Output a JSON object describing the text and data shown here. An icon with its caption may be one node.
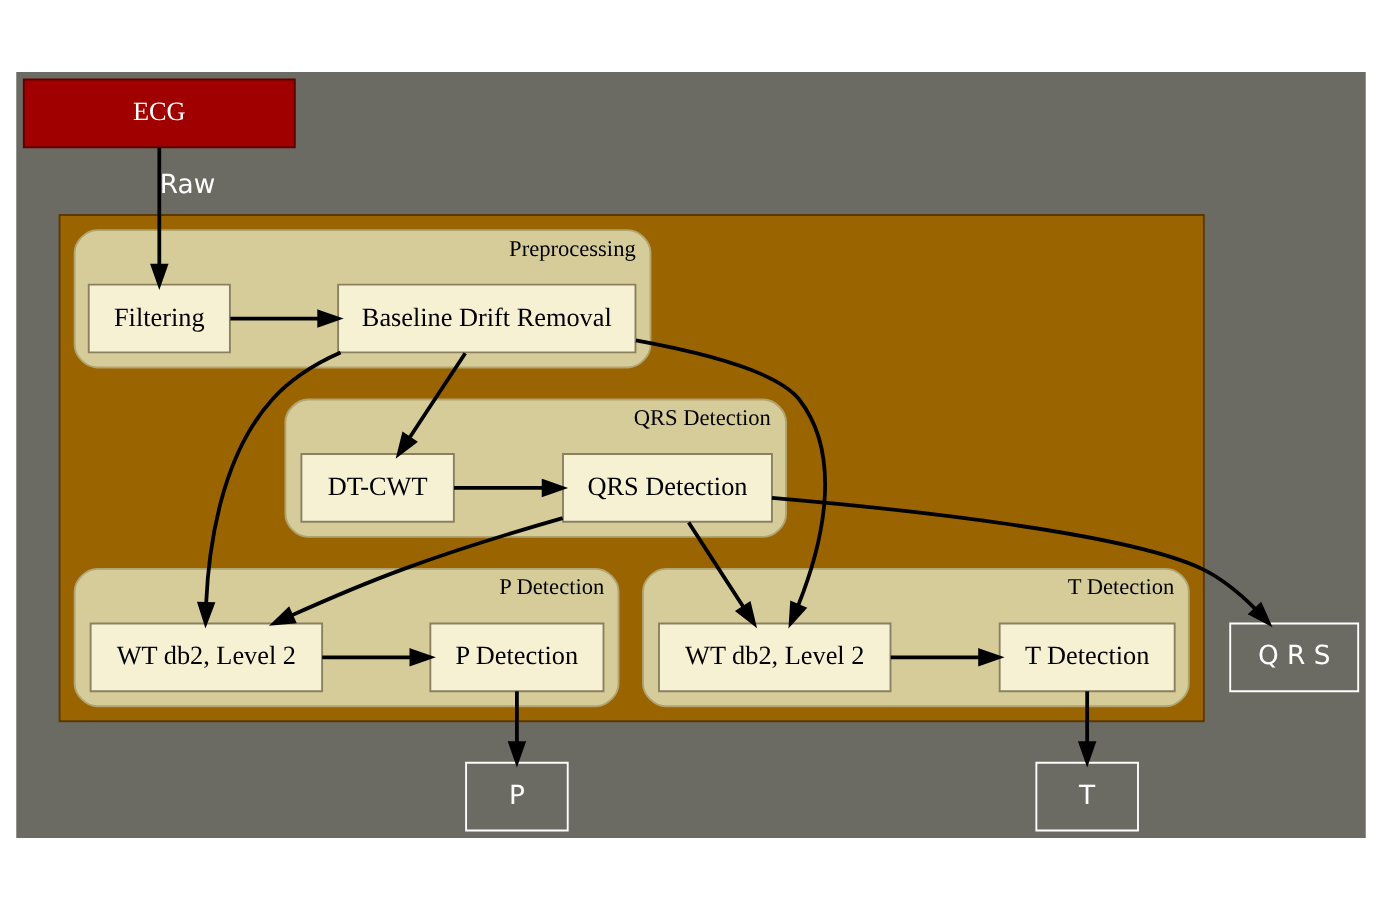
{
  "diagram": {
    "nodes": [
      {
        "text": [
          "ECG"
        ]
      },
      {
        "text": [],
        "shape": "box"
      },
      {
        "text": [
          "Preprocessing"
        ],
        "in": 1
      },
      {
        "text": [
          "Filtering"
        ],
        "in": 2
      },
      {
        "text": [
          "Baseline Drift Removal"
        ],
        "in": 2
      },
      {
        "text": [
          "QRS Detection"
        ],
        "in": 1
      },
      {
        "text": [
          "DT-CWT"
        ],
        "in": 5
      },
      {
        "text": [
          "QRS Detection"
        ],
        "in": 5
      },
      {
        "text": [
          "P Detection"
        ],
        "in": 1
      },
      {
        "text": [
          "WT db2, Level 2"
        ],
        "in": 8
      },
      {
        "text": [
          "P Detection"
        ],
        "in": 8
      },
      {
        "text": [
          "T Detection"
        ],
        "in": 1
      },
      {
        "text": [
          "WT db2, Level 2"
        ],
        "in": 11
      },
      {
        "text": [
          "T Detection"
        ],
        "in": 11
      },
      {
        "text": [
          "Q R S"
        ]
      },
      {
        "text": [
          "P"
        ]
      },
      {
        "text": [
          "T"
        ]
      }
    ],
    "edges": [
      {
        "from": 0,
        "to": 3,
        "arrow": "to",
        "label": "Raw"
      },
      {
        "from": 3,
        "to": 4,
        "arrow": "to"
      },
      {
        "from": 4,
        "to": 6,
        "arrow": "to"
      },
      {
        "from": 4,
        "to": 9,
        "arrow": "to"
      },
      {
        "from": 4,
        "to": 12,
        "arrow": "to"
      },
      {
        "from": 6,
        "to": 7,
        "arrow": "to"
      },
      {
        "from": 7,
        "to": 14,
        "arrow": "to"
      },
      {
        "from": 7,
        "to": 9,
        "arrow": "to"
      },
      {
        "from": 7,
        "to": 12,
        "arrow": "to"
      },
      {
        "from": 9,
        "to": 10,
        "arrow": "to"
      },
      {
        "from": 10,
        "to": 15,
        "arrow": "to"
      },
      {
        "from": 12,
        "to": 13,
        "arrow": "to"
      },
      {
        "from": 13,
        "to": 16,
        "arrow": "to"
      }
    ]
  }
}
